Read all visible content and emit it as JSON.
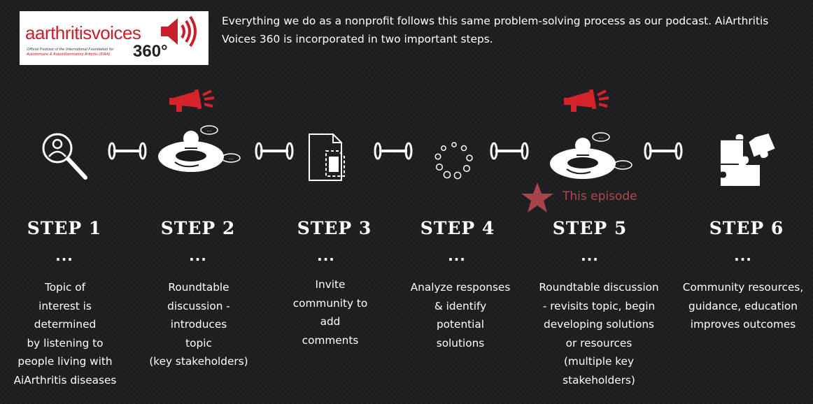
{
  "logo": {
    "brand_prefix": "aarthritis",
    "brand_suffix": "voices",
    "tagline_line1": "Official Podcast of the International Foundation for",
    "tagline_line2": "Autoimmune & Autoinflammatory Arthritis (IFAA)",
    "badge": "360°"
  },
  "intro": "Everything we do as a nonprofit follows this same problem-solving process as our podcast. AiArthritis Voices 360 is incorporated in two important steps.",
  "highlight": {
    "label": "This episode"
  },
  "steps": [
    {
      "title": "STEP 1",
      "dots": "...",
      "desc": [
        "Topic of",
        "interest is",
        "determined",
        "by listening to",
        "people living with",
        "AiArthritis diseases"
      ]
    },
    {
      "title": "STEP 2",
      "dots": "...",
      "desc": [
        "Roundtable",
        "discussion -",
        "introduces",
        "topic",
        "(key stakeholders)"
      ]
    },
    {
      "title": "STEP 3",
      "dots": "...",
      "desc": [
        "Invite",
        "community to",
        "add",
        "comments"
      ]
    },
    {
      "title": "STEP 4",
      "dots": "...",
      "desc": [
        "Analyze responses",
        "& identify",
        "potential",
        "solutions"
      ]
    },
    {
      "title": "STEP 5",
      "dots": "...",
      "desc": [
        "Roundtable discussion",
        "- revisits topic, begin",
        "developing solutions",
        "or resources",
        "(multiple key",
        "stakeholders)"
      ]
    },
    {
      "title": "STEP 6",
      "dots": "...",
      "desc": [
        "Community resources,",
        "guidance, education",
        "improves outcomes"
      ]
    }
  ],
  "colors": {
    "accent": "#c8202a",
    "highlight": "#b04a50",
    "background": "#1c1c1e"
  },
  "icons": [
    "magnifier-person-icon",
    "roundtable-icon",
    "documents-icon",
    "loading-dots-icon",
    "roundtable-icon",
    "puzzle-icon",
    "megaphone-icon",
    "star-icon"
  ]
}
